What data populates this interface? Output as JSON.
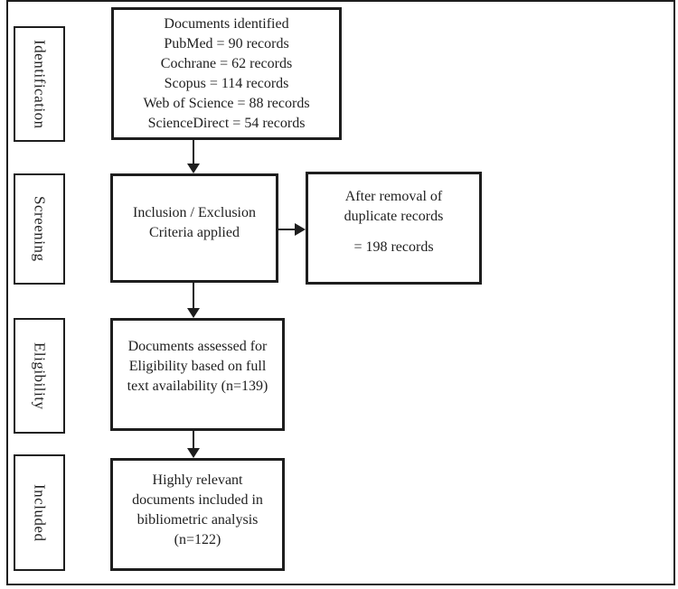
{
  "stages": [
    {
      "label": "Identification"
    },
    {
      "label": "Screening"
    },
    {
      "label": "Eligibility"
    },
    {
      "label": "Included"
    }
  ],
  "boxes": {
    "identified": {
      "lines": [
        "Documents identified",
        "PubMed = 90 records",
        "Cochrane = 62 records",
        "Scopus = 114 records",
        "Web of Science = 88 records",
        "ScienceDirect = 54 records"
      ]
    },
    "screening": {
      "lines": [
        "Inclusion / Exclusion",
        "Criteria applied"
      ]
    },
    "duplicates": {
      "lines": [
        "After removal of",
        "duplicate records",
        "= 198 records"
      ]
    },
    "eligibility": {
      "lines": [
        "Documents assessed for",
        "Eligibility based on full",
        "text availability (n=139)"
      ]
    },
    "included": {
      "lines": [
        "Highly relevant",
        "documents included in",
        "bibliometric analysis",
        "(n=122)"
      ]
    }
  },
  "colors": {
    "line": "#1e1e1e",
    "background": "#ffffff"
  }
}
